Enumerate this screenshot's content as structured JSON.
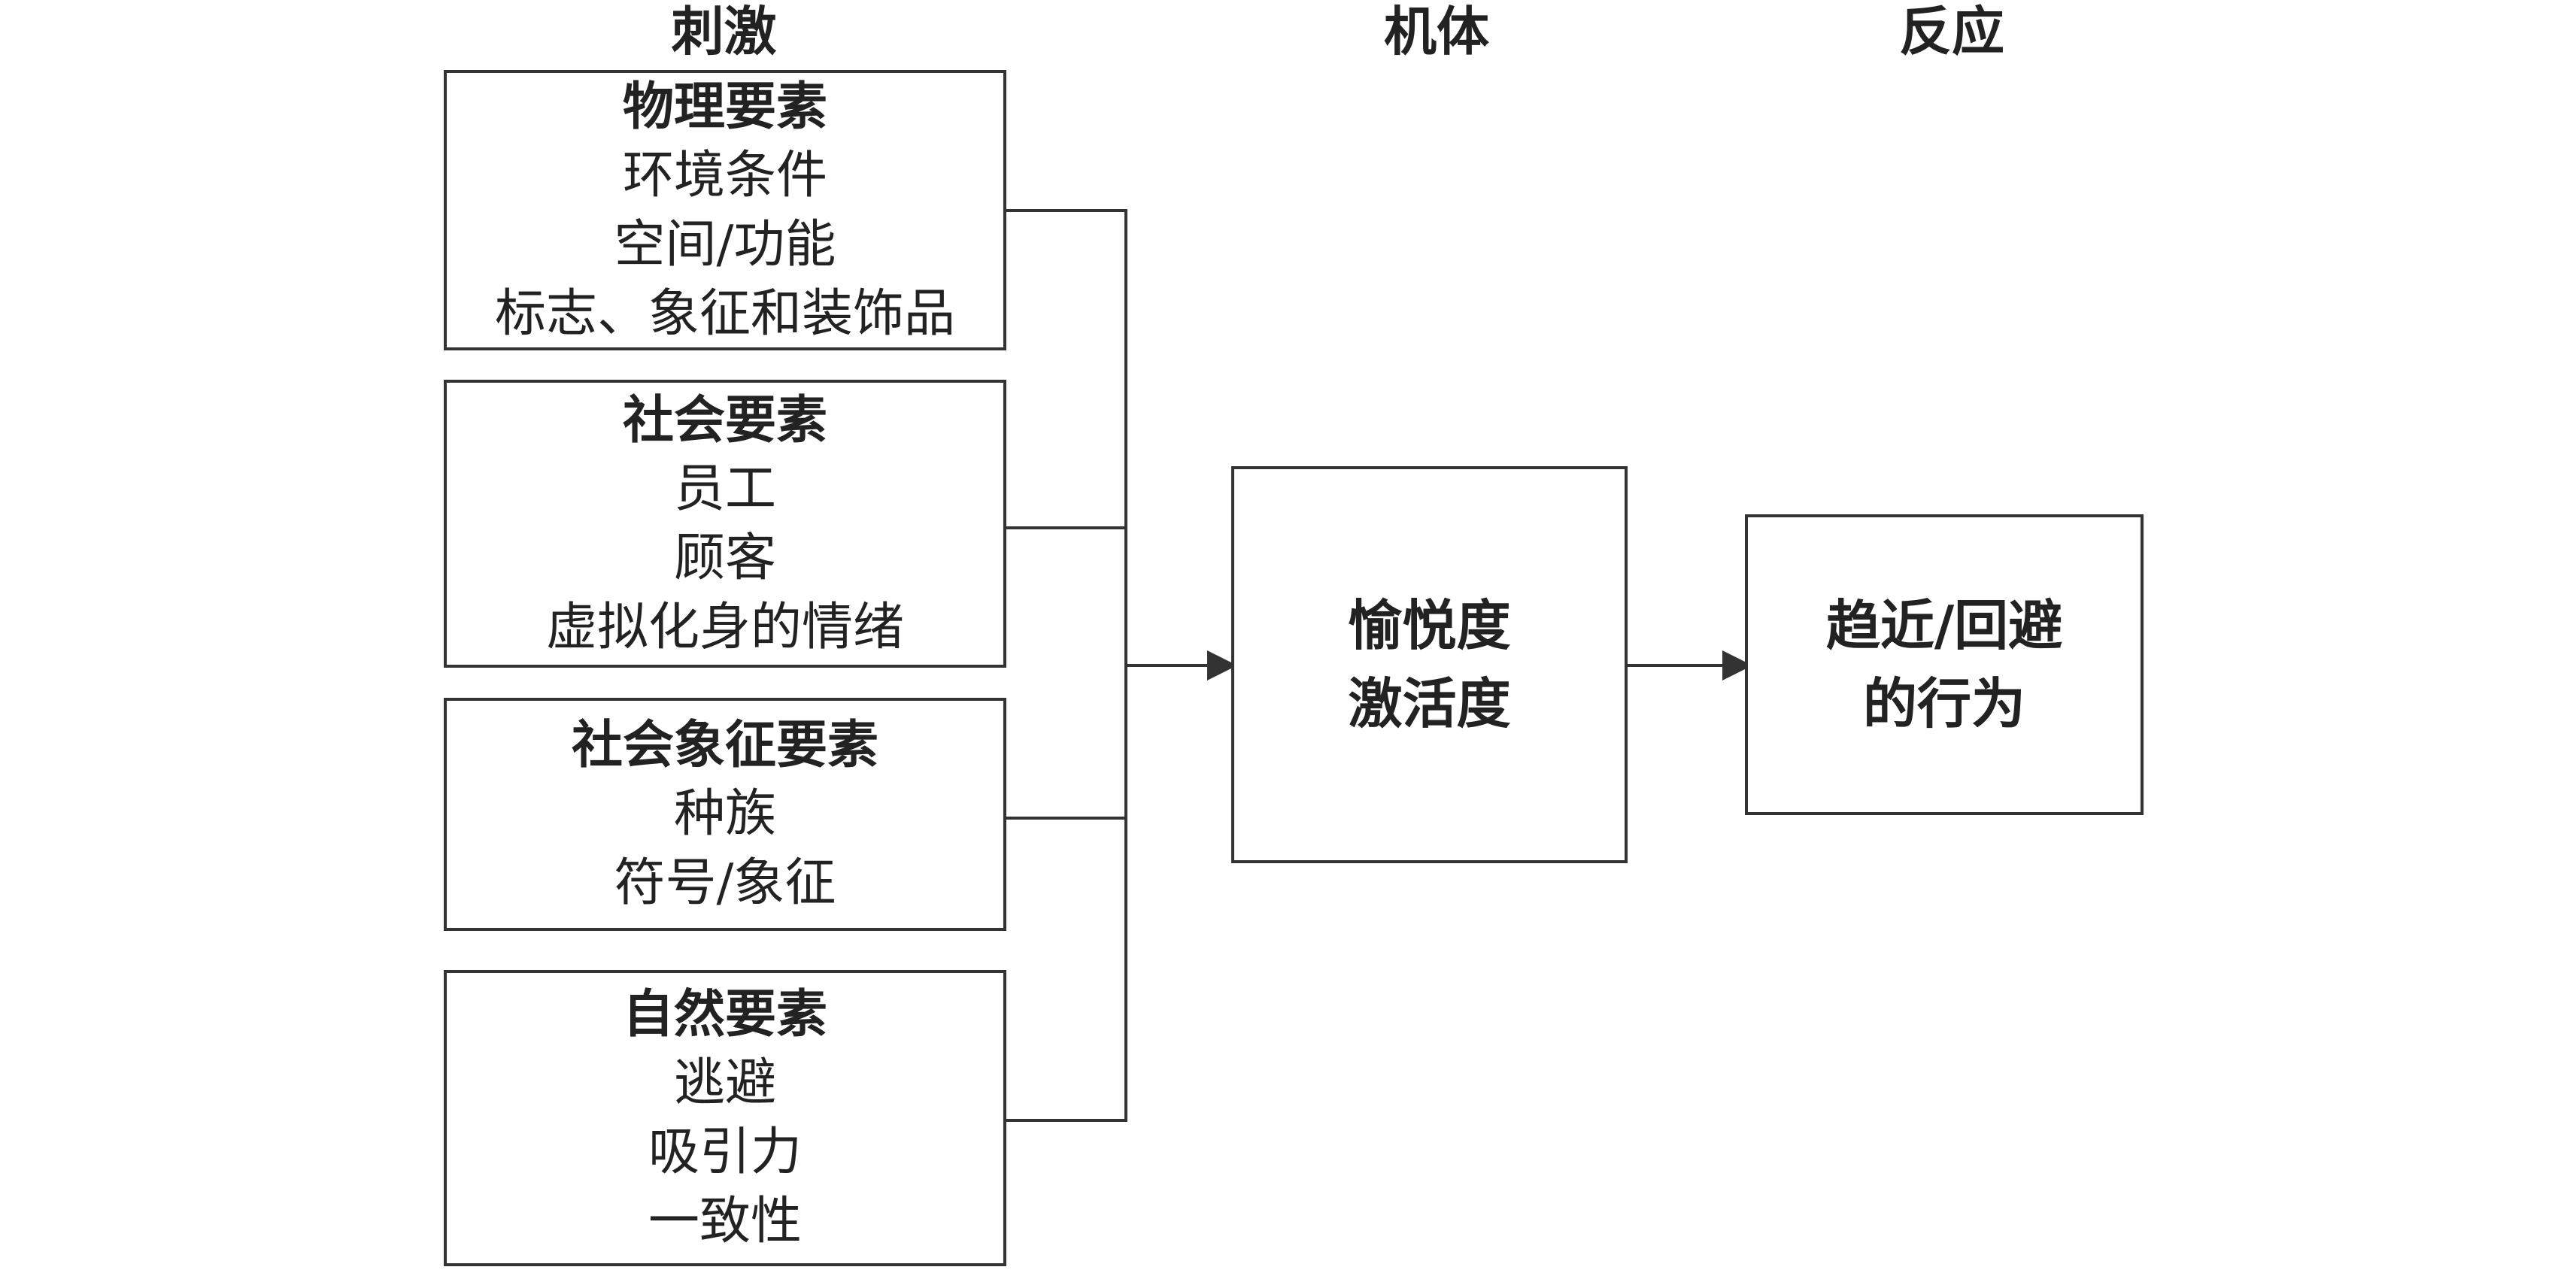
{
  "headers": {
    "stimulus": "刺激",
    "organism": "机体",
    "response": "反应"
  },
  "stimulus_boxes": [
    {
      "title": "物理要素",
      "items": [
        "环境条件",
        "空间/功能",
        "标志、象征和装饰品"
      ]
    },
    {
      "title": "社会要素",
      "items": [
        "员工",
        "顾客",
        "虚拟化身的情绪"
      ]
    },
    {
      "title": "社会象征要素",
      "items": [
        "种族",
        "符号/象征"
      ]
    },
    {
      "title": "自然要素",
      "items": [
        "逃避",
        "吸引力",
        "一致性"
      ]
    }
  ],
  "organism_box": {
    "lines": [
      "愉悦度",
      "激活度"
    ]
  },
  "response_box": {
    "lines": [
      "趋近/回避",
      "的行为"
    ]
  },
  "colors": {
    "line": "#333333",
    "text": "#222222",
    "background": "#ffffff"
  }
}
